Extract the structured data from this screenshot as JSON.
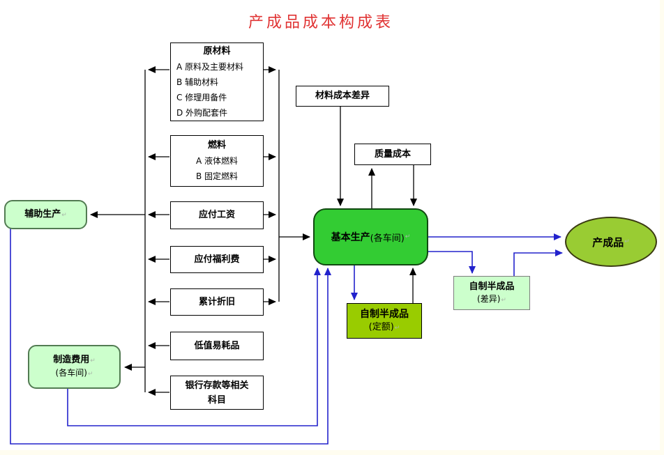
{
  "title": "产成品成本构成表",
  "marks": {
    "return": "↵"
  },
  "nodes": {
    "raw_materials": {
      "title": "原材料",
      "items": [
        "A 原料及主要材料",
        "B 辅助材料",
        "C 修理用备件",
        "D 外购配套件"
      ]
    },
    "fuel": {
      "title": "燃料",
      "items": [
        "A 液体燃料",
        "B 固定燃料"
      ]
    },
    "wages": {
      "title": "应付工资"
    },
    "welfare": {
      "title": "应付福利费"
    },
    "depreciation": {
      "title": "累计折旧"
    },
    "consumables": {
      "title": "低值易耗品"
    },
    "bank": {
      "title": "银行存款等相关科目"
    },
    "aux_production": {
      "title": "辅助生产"
    },
    "manufacturing": {
      "title": "制造费用",
      "subtitle": "(各车间)"
    },
    "material_cost_variance": {
      "title": "材料成本差异"
    },
    "quality_cost": {
      "title": "质量成本"
    },
    "basic_production": {
      "title": "基本生产",
      "subtitle": "(各车间)"
    },
    "semi_quota": {
      "title": "自制半成品",
      "subtitle": "(定额)"
    },
    "semi_variance": {
      "title": "自制半成品",
      "subtitle": "(差异)"
    },
    "finished": {
      "title": "产成品"
    }
  },
  "colors": {
    "title_red": "#e03333",
    "light_green_fill": "#ccffcc",
    "bright_green_fill": "#33cc33",
    "olive_fill": "#99cc00",
    "ellipse_fill": "#99cc33",
    "blue_connector": "#2222cc",
    "black_connector": "#000000"
  },
  "edges": [
    {
      "from": "raw_materials",
      "to": "left_collector",
      "color": "black"
    },
    {
      "from": "fuel",
      "to": "left_collector",
      "color": "black"
    },
    {
      "from": "wages",
      "to": "left_collector",
      "color": "black"
    },
    {
      "from": "welfare",
      "to": "left_collector",
      "color": "black"
    },
    {
      "from": "depreciation",
      "to": "left_collector",
      "color": "black"
    },
    {
      "from": "consumables",
      "to": "left_collector",
      "color": "black"
    },
    {
      "from": "bank",
      "to": "left_collector",
      "color": "black"
    },
    {
      "from": "left_collector",
      "to": "aux_production",
      "color": "black"
    },
    {
      "from": "left_collector",
      "to": "manufacturing",
      "color": "black"
    },
    {
      "from": "raw_materials",
      "to": "right_collector",
      "color": "black"
    },
    {
      "from": "fuel",
      "to": "right_collector",
      "color": "black"
    },
    {
      "from": "wages",
      "to": "right_collector",
      "color": "black"
    },
    {
      "from": "welfare",
      "to": "right_collector",
      "color": "black"
    },
    {
      "from": "depreciation",
      "to": "right_collector",
      "color": "black"
    },
    {
      "from": "right_collector",
      "to": "basic_production",
      "color": "black"
    },
    {
      "from": "material_cost_variance",
      "to": "basic_production",
      "color": "black"
    },
    {
      "from": "basic_production",
      "to": "quality_cost",
      "color": "black"
    },
    {
      "from": "quality_cost",
      "to": "basic_production",
      "color": "black"
    },
    {
      "from": "basic_production",
      "to": "semi_quota",
      "color": "blue"
    },
    {
      "from": "semi_quota",
      "to": "basic_production",
      "color": "black"
    },
    {
      "from": "basic_production",
      "to": "finished",
      "color": "blue"
    },
    {
      "from": "basic_production",
      "to": "semi_variance",
      "color": "blue"
    },
    {
      "from": "semi_variance",
      "to": "finished",
      "color": "blue"
    },
    {
      "from": "aux_production",
      "to": "basic_production",
      "color": "blue"
    },
    {
      "from": "manufacturing",
      "to": "basic_production",
      "color": "blue"
    }
  ]
}
